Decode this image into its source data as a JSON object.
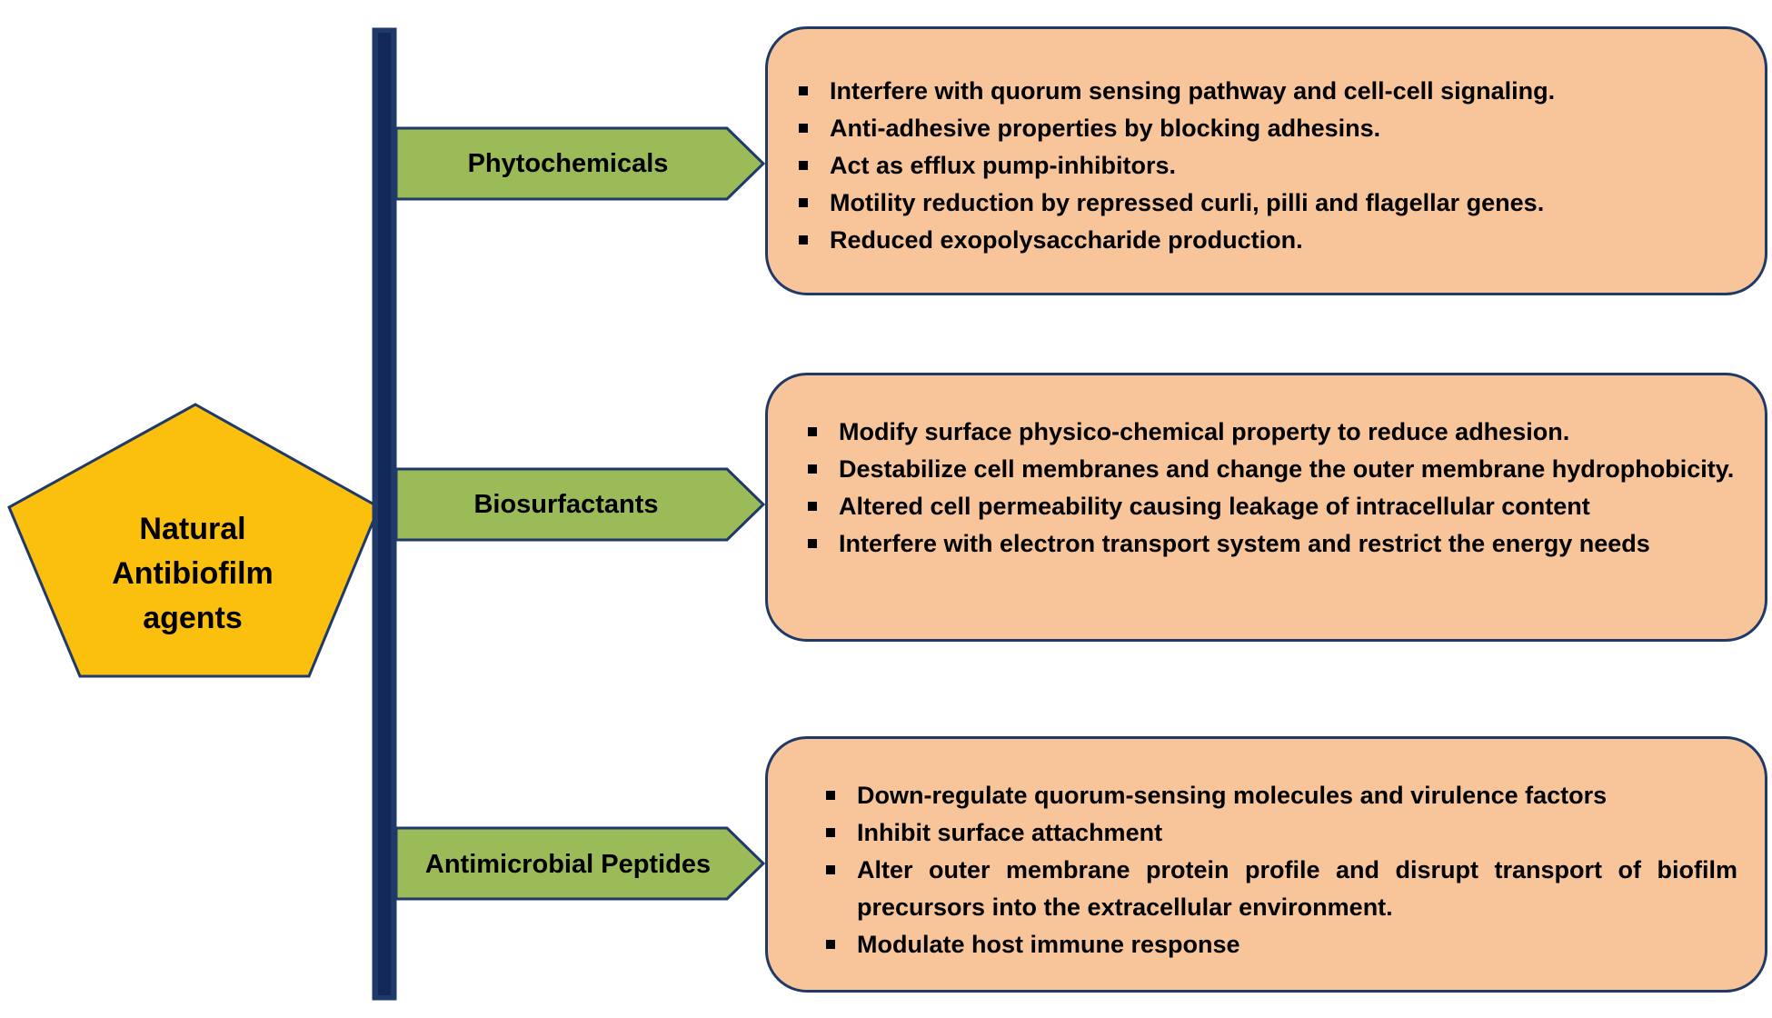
{
  "central": {
    "line1": "Natural",
    "line2": "Antibiofilm",
    "line3": "agents"
  },
  "categories": [
    {
      "label": "Phytochemicals",
      "items": [
        "Interfere with  quorum sensing pathway and cell-cell signaling.",
        "Anti-adhesive properties  by blocking adhesins.",
        "Act as efflux  pump-inhibitors.",
        "Motility reduction by repressed  curli, pilli  and flagellar genes.",
        "Reduced exopolysaccharide  production."
      ]
    },
    {
      "label": "Biosurfactants",
      "items": [
        "Modify surface physico-chemical property to reduce adhesion.",
        "Destabilize cell membranes and change the outer membrane hydrophobicity.",
        "Altered cell permeability causing leakage of intracellular content",
        "Interfere with electron transport system and restrict the energy needs"
      ]
    },
    {
      "label": "Antimicrobial Peptides",
      "items": [
        "Down-regulate  quorum-sensing molecules and virulence factors",
        "Inhibit surface attachment",
        "Alter outer membrane protein profile and disrupt transport of biofilm precursors into the extracellular environment.",
        "Modulate host immune response"
      ]
    }
  ],
  "colors": {
    "pentagon_fill": "#fbbf0e",
    "arrow_fill": "#9bbb59",
    "box_fill": "#f8c49a",
    "outline": "#1f3a68",
    "bar_fill": "#1f3a68"
  }
}
